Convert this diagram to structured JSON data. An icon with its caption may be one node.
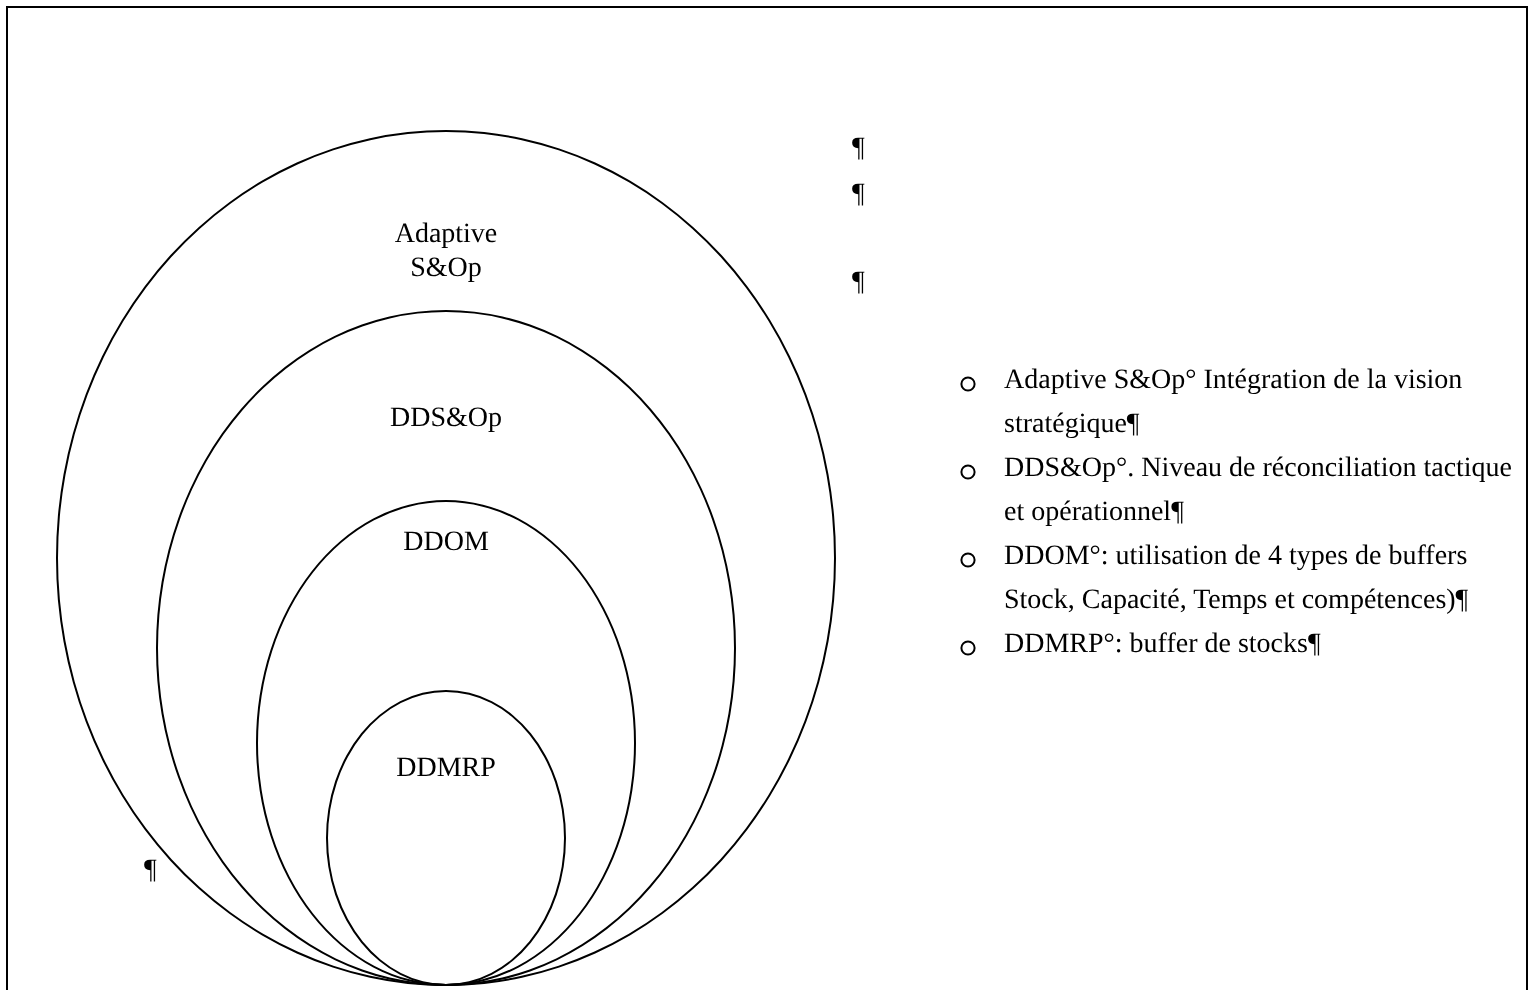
{
  "diagram": {
    "nodes": [
      {
        "text": [
          "Adaptive S&Op"
        ]
      },
      {
        "text": [
          "DDS&Op"
        ],
        "in": 0
      },
      {
        "text": [
          "DDOM"
        ],
        "in": 1
      },
      {
        "text": [
          "DDMRP"
        ],
        "in": 2
      }
    ],
    "labels": [
      "¶",
      "¶",
      "¶",
      "Adaptive S&Op° Intégration de la vision stratégique¶",
      "DDS&Op°. Niveau de réconciliation tactique et opérationnel¶",
      "DDOM°: utilisation de 4 types de buffers Stock, Capacité, Temps et compétences)¶",
      "DDMRP°: buffer de stocks¶",
      "¶"
    ]
  }
}
